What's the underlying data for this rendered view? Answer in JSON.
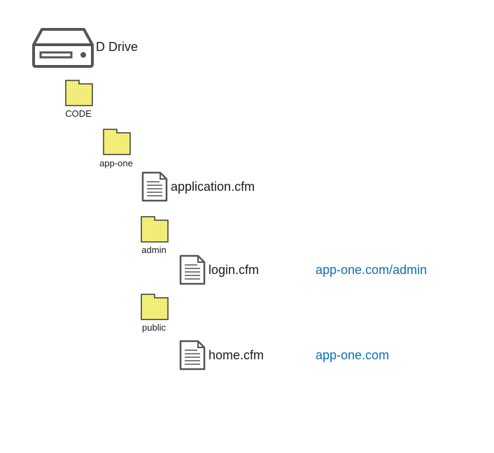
{
  "drive": {
    "label": "D Drive",
    "icon": "hard-drive-icon"
  },
  "tree": {
    "code_folder": {
      "label": "CODE",
      "icon": "folder-icon"
    },
    "app_one_folder": {
      "label": "app-one",
      "icon": "folder-icon"
    },
    "application_file": {
      "label": "application.cfm",
      "icon": "file-icon"
    },
    "admin_folder": {
      "label": "admin",
      "icon": "folder-icon"
    },
    "login_file": {
      "label": "login.cfm",
      "icon": "file-icon",
      "url": "app-one.com/admin"
    },
    "public_folder": {
      "label": "public",
      "icon": "folder-icon"
    },
    "home_file": {
      "label": "home.cfm",
      "icon": "file-icon",
      "url": "app-one.com"
    }
  },
  "colors": {
    "folder_fill": "#f5f17a",
    "folder_stroke": "#3a3a3a",
    "drive_stroke": "#555555",
    "file_stroke": "#555555",
    "url_text": "#0a6fb8"
  }
}
